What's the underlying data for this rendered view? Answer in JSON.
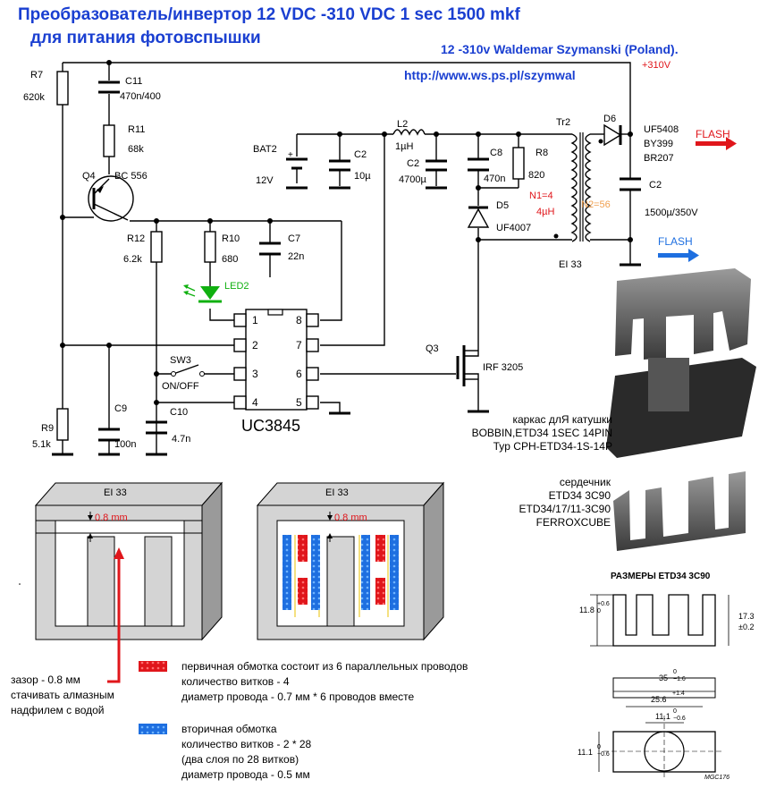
{
  "header": {
    "title_line1": "Преобразователь/инвертор 12 VDC -310 VDC  1 sec 1500 mkf",
    "title_line2": "для питания фотовспышки",
    "author": "12 -310v Waldemar Szymanski (Poland).",
    "url": "http://www.ws.ps.pl/szymwal"
  },
  "schematic": {
    "r7": {
      "ref": "R7",
      "value": "620k"
    },
    "c11": {
      "ref": "C11",
      "value": "470n/400"
    },
    "r11": {
      "ref": "R11",
      "value": "68k"
    },
    "q4": {
      "ref": "Q4",
      "value": "BC 556"
    },
    "r12": {
      "ref": "R12",
      "value": "6.2k"
    },
    "r10": {
      "ref": "R10",
      "value": "680"
    },
    "c7": {
      "ref": "C7",
      "value": "22n"
    },
    "led2": "LED2",
    "bat2": {
      "ref": "BAT2",
      "value": "12V"
    },
    "c2a": {
      "ref": "C2",
      "value": "10µ"
    },
    "l2": {
      "ref": "L2",
      "value": "1µH"
    },
    "c2b": {
      "ref": "C2",
      "value": "4700µ"
    },
    "c8": {
      "ref": "C8",
      "value": "470n"
    },
    "r8": {
      "ref": "R8",
      "value": "820"
    },
    "n1": "N1=4",
    "n1_ind": "4µH",
    "n2": "N2=56",
    "d5": {
      "ref": "D5",
      "value": "UF4007"
    },
    "tr2": "Tr2",
    "core": "EI 33",
    "d6": "D6",
    "d6_parts": [
      "UF5408",
      "BY399",
      "BR207"
    ],
    "c2c": {
      "ref": "C2",
      "value": "1500µ/350V"
    },
    "plus310": "+310V",
    "flash_out": "FLASH",
    "flash_gnd": "FLASH",
    "q3": {
      "ref": "Q3",
      "value": "IRF 3205"
    },
    "ic": {
      "name": "UC3845",
      "pins": [
        "1",
        "2",
        "3",
        "4",
        "8",
        "7",
        "6",
        "5"
      ]
    },
    "sw3": {
      "ref": "SW3",
      "value": "ON/OFF"
    },
    "c10": {
      "ref": "C10",
      "value": "4.7n"
    },
    "c9": {
      "ref": "C9",
      "value": "100n"
    },
    "r9": {
      "ref": "R9",
      "value": "5.1k"
    }
  },
  "bobbin": {
    "line1": "каркас длЯ катушки",
    "line2": "BOBBIN,ETD34 1SEC 14PIN",
    "line3": "Typ CPH-ETD34-1S-14P"
  },
  "core_info": {
    "line1": "сердечник",
    "line2": "ETD34 3C90",
    "line3": "ETD34/17/11-3C90",
    "line4": "FERROXCUBE"
  },
  "core_left": {
    "title": "EI 33",
    "gap": "0.8 mm"
  },
  "core_right": {
    "title": "EI 33",
    "gap": "0.8 mm"
  },
  "gap_note": {
    "line1": "зазор - 0.8 мм",
    "line2": "стачивать алмазным",
    "line3": "надфилем с водой"
  },
  "primary": {
    "line1": "первичная обмотка состоит из 6 параллельных проводов",
    "line2": "количество витков - 4",
    "line3": "диаметр провода  - 0.7 мм  * 6  проводов вместе"
  },
  "secondary": {
    "line1": "вторичная обмотка",
    "line2": "количество витков - 2 * 28",
    "line3": "(два слоя  по 28 витков)",
    "line4": "диаметр провода - 0.5 мм"
  },
  "dims": {
    "title": "РАЗМЕРЫ ETD34 3C90",
    "h1": "11.8",
    "h1_tol": "+0.6\n0",
    "h2": "17.3",
    "h2_tol": "±0.2",
    "w1": "35",
    "w1_tol_a": "0",
    "w1_tol_b": "−1.6",
    "w2": "25.6",
    "w2_tol": "+1.4",
    "w3": "11.1",
    "w3_tol_a": "0",
    "w3_tol_b": "−0.6",
    "h3": "11.1",
    "h3_tol_a": "0",
    "h3_tol_b": "−0.6",
    "code": "MGC176"
  },
  "colors": {
    "title": "#1a3fd1",
    "red": "#e0161b",
    "blue": "#1e6fe0",
    "green": "#10b010",
    "gap_red": "#e0161b"
  }
}
